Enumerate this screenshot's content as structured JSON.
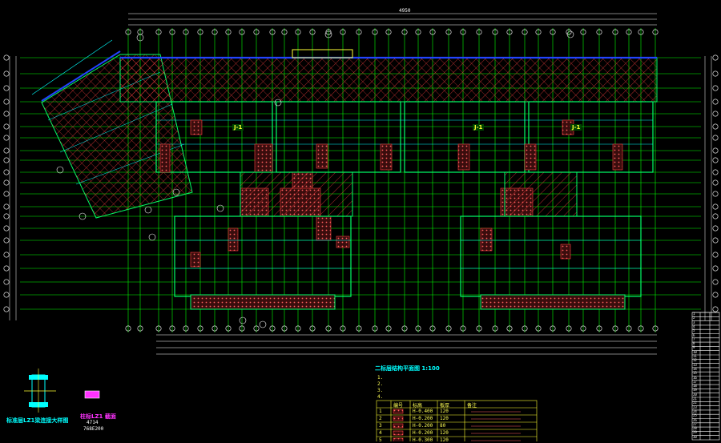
{
  "drawing": {
    "plan_title": "二标层结构平面图 1:100",
    "detail_title": "标准层LZ1梁连接大样图",
    "column_tag": "柱标LZ1 截面",
    "column_size": "4714",
    "column_size2": "768E200",
    "top_dim": "4950",
    "unit_tags": [
      "J-1",
      "J-1",
      "J-1"
    ],
    "slab_notes": [
      "1.",
      "2.",
      "3.",
      "4."
    ],
    "legend_headers": [
      "",
      "编号",
      "标高",
      "板厚",
      "备注"
    ],
    "legend_rows": [
      [
        "1",
        "H-0.400",
        "120"
      ],
      [
        "2",
        "H-0.200",
        "120"
      ],
      [
        "3",
        "H-0.200",
        "80"
      ],
      [
        "4",
        "H-0.200",
        "120"
      ],
      [
        "5",
        "H-0.300",
        "120"
      ]
    ],
    "right_table_rows": [
      "1",
      "2",
      "3",
      "4",
      "5",
      "6",
      "7",
      "8",
      "9",
      "10",
      "11",
      "12",
      "13",
      "14",
      "15",
      "16",
      "17",
      "18",
      "19",
      "20",
      "21",
      "22",
      "23",
      "24",
      "25",
      "26",
      "27",
      "28",
      "29",
      "30"
    ]
  },
  "colors": {
    "background": "#000000",
    "grid": "#00ff00",
    "walls": "#00ff66",
    "dims": "#ffffff",
    "hatch": "#ff3333",
    "cyan": "#00ffff",
    "blue": "#2244ff",
    "yellow": "#ffff33"
  }
}
